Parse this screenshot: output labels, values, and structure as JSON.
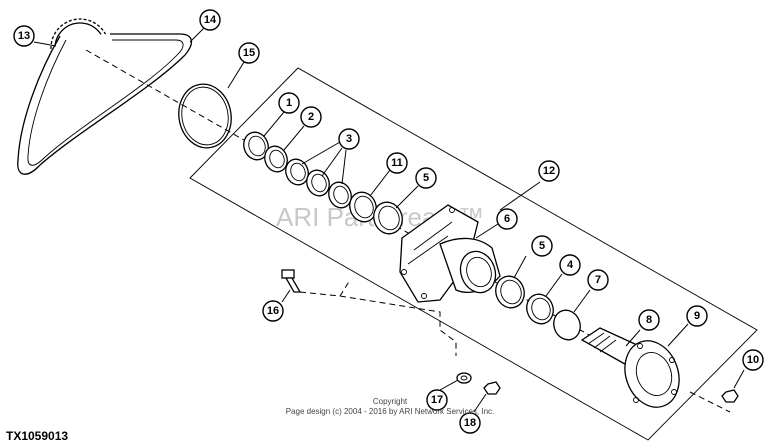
{
  "figure_id": "TX1059013",
  "watermark": "ARI PartStream™",
  "copyright_line1": "Copyright",
  "copyright_line2": "Page design (c) 2004 - 2016 by ARI Network Services, Inc.",
  "callouts": [
    "1",
    "2",
    "3",
    "4",
    "5",
    "5",
    "6",
    "7",
    "8",
    "9",
    "10",
    "11",
    "12",
    "13",
    "14",
    "15",
    "16",
    "17",
    "18"
  ]
}
